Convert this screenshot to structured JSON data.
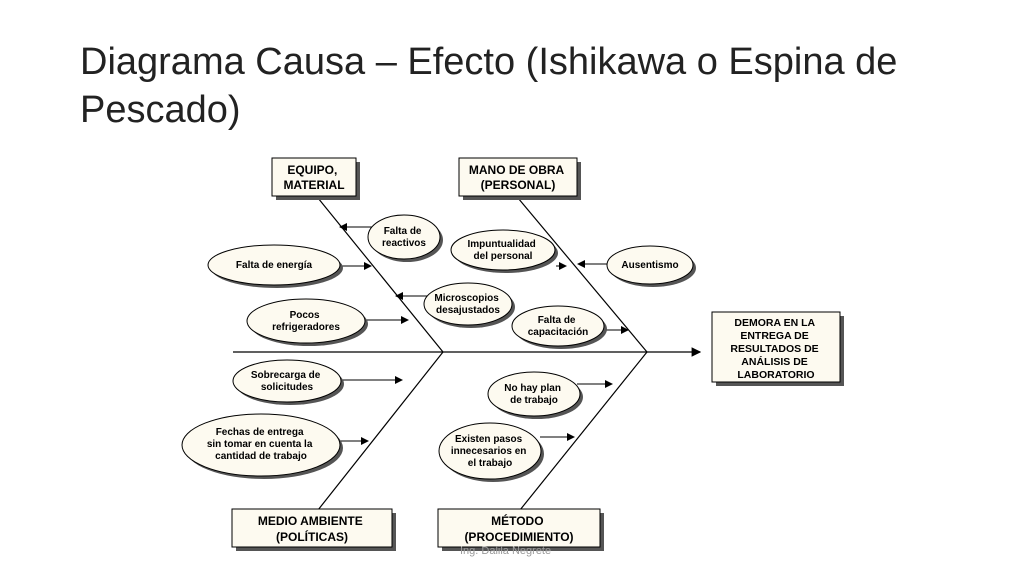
{
  "title": "Diagrama Causa – Efecto (Ishikawa o Espina de Pescado)",
  "effect": [
    "DEMORA EN LA",
    "ENTREGA DE",
    "RESULTADOS DE",
    "ANÁLISIS DE",
    "LABORATORIO"
  ],
  "categories": {
    "equipo": [
      "EQUIPO,",
      "MATERIAL"
    ],
    "mano_obra": [
      "MANO DE OBRA",
      "(PERSONAL)"
    ],
    "medio": [
      "MEDIO AMBIENTE",
      "(POLÍTICAS)"
    ],
    "metodo": [
      "MÉTODO",
      "(PROCEDIMIENTO)"
    ]
  },
  "causes": {
    "falta_reactivos": [
      "Falta de",
      "reactivos"
    ],
    "falta_energia": [
      "Falta de energía"
    ],
    "microscopios": [
      "Microscopios",
      "desajustados"
    ],
    "pocos_refrigeradores": [
      "Pocos",
      "refrigeradores"
    ],
    "impuntualidad": [
      "Impuntualidad",
      "del personal"
    ],
    "ausentismo": [
      "Ausentismo"
    ],
    "falta_capacitacion": [
      "Falta de",
      "capacitación"
    ],
    "sobrecarga": [
      "Sobrecarga de",
      "solicitudes"
    ],
    "fechas_entrega": [
      "Fechas de entrega",
      "sin tomar en cuenta la",
      "cantidad de trabajo"
    ],
    "no_plan": [
      "No hay plan",
      "de trabajo"
    ],
    "pasos_innecesarios": [
      "Existen pasos",
      "innecesarios en",
      "el trabajo"
    ]
  },
  "footer": "Ing. Dalila Negrete"
}
